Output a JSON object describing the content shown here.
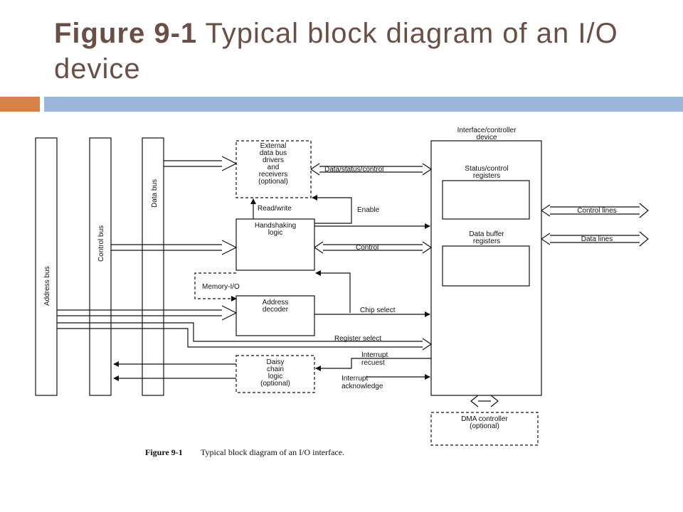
{
  "slide": {
    "title_bold": "Figure 9-1",
    "title_rest": " Typical block diagram of an I/O device"
  },
  "colors": {
    "title": "#6b4f44",
    "accent_orange": "#d8824a",
    "accent_blue": "#9bb6d6"
  },
  "diagram": {
    "buses": {
      "address": "Address bus",
      "control": "Control bus",
      "data": "Data bus"
    },
    "blocks": {
      "external_drivers": [
        "External",
        "data bus",
        "drivers",
        "and",
        "receivers",
        "(optional)"
      ],
      "handshaking": [
        "Handshaking",
        "logic"
      ],
      "address_decoder": [
        "Address",
        "decoder"
      ],
      "daisy_chain": [
        "Daisy",
        "chain",
        "logic",
        "(optional)"
      ],
      "interface": [
        "Interface/controller",
        "device"
      ],
      "status_registers": [
        "Status/control",
        "registers"
      ],
      "data_registers": [
        "Data buffer",
        "registers"
      ],
      "dma": [
        "DMA controller",
        "(optional)"
      ]
    },
    "signals": {
      "data_status_control": "Data/status/control",
      "read_write": "Read/write",
      "enable": "Enable",
      "control": "Control",
      "memory_io": "Memory-I/O",
      "chip_select": "Chip select",
      "register_select": "Register select",
      "interrupt_request": [
        "Interrupt",
        "recuest"
      ],
      "interrupt_ack": [
        "Interrupt",
        "acknowledge"
      ],
      "control_lines": "Control lines",
      "data_lines": "Data lines"
    },
    "caption_bold": "Figure 9-1",
    "caption_text": "Typical block diagram of an I/O interface."
  }
}
